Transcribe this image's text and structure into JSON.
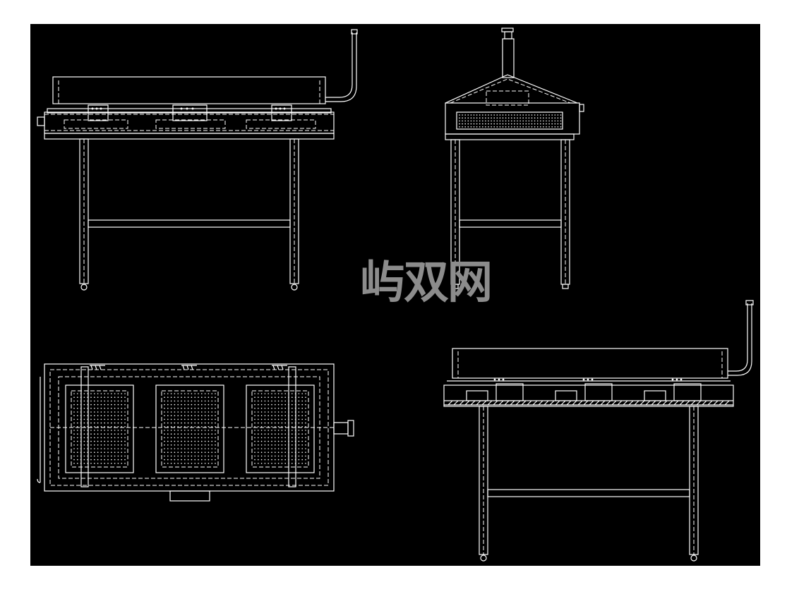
{
  "drawing": {
    "background": "#000000",
    "line_color": "#ffffff",
    "views": [
      {
        "id": "front-view"
      },
      {
        "id": "side-view"
      },
      {
        "id": "top-view"
      },
      {
        "id": "section-view"
      }
    ]
  },
  "watermark": {
    "text": "屿双网",
    "color": "#8c8c8c"
  }
}
